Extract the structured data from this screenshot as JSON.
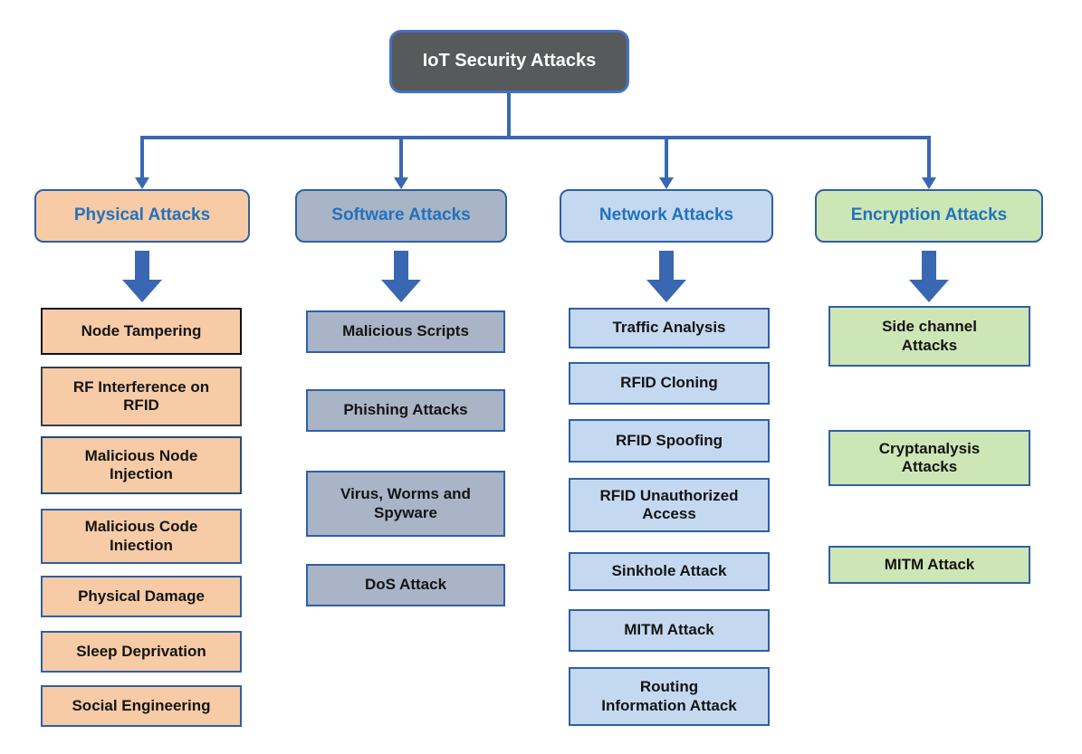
{
  "diagram": {
    "title": "IoT Security Attacks",
    "colors_note": "blue connectors and blue header text over pastel category fills",
    "columns": [
      {
        "id": "physical",
        "label": "Physical Attacks",
        "fill": "#f6cba6",
        "items": [
          {
            "label": "Node Tampering"
          },
          {
            "label": "RF Interference on\nRFID"
          },
          {
            "label": "Malicious Node\nInjection"
          },
          {
            "label": "Malicious Code\nIniection"
          },
          {
            "label": "Physical Damage"
          },
          {
            "label": "Sleep Deprivation"
          },
          {
            "label": "Social Engineering"
          }
        ]
      },
      {
        "id": "software",
        "label": "Software Attacks",
        "fill": "#a9b4c6",
        "items": [
          {
            "label": "Malicious Scripts"
          },
          {
            "label": "Phishing Attacks"
          },
          {
            "label": "Virus, Worms and\nSpyware"
          },
          {
            "label": "DoS Attack"
          }
        ]
      },
      {
        "id": "network",
        "label": "Network Attacks",
        "fill": "#c4d9f0",
        "items": [
          {
            "label": "Traffic Analysis"
          },
          {
            "label": "RFID Cloning"
          },
          {
            "label": "RFID Spoofing"
          },
          {
            "label": "RFID Unauthorized\nAccess"
          },
          {
            "label": "Sinkhole Attack"
          },
          {
            "label": "MITM Attack"
          },
          {
            "label": "Routing\nInformation Attack"
          }
        ]
      },
      {
        "id": "encryption",
        "label": "Encryption Attacks",
        "fill": "#cde6b5",
        "items": [
          {
            "label": "Side channel\nAttacks"
          },
          {
            "label": "Cryptanalysis\nAttacks"
          },
          {
            "label": "MITM Attack"
          }
        ]
      }
    ],
    "colors": {
      "connector": "#3a67b2",
      "headerText": "#2272be",
      "rootBg": "#58595b",
      "rootBorder": "#4472c4",
      "physicalFill": "#f6cba6",
      "softwareFill": "#a9b4c6",
      "networkFill": "#c4d9f0",
      "encryptionFill": "#cde6b5",
      "itemText": "#141414",
      "blueBorder": "#2e5fa8"
    }
  }
}
